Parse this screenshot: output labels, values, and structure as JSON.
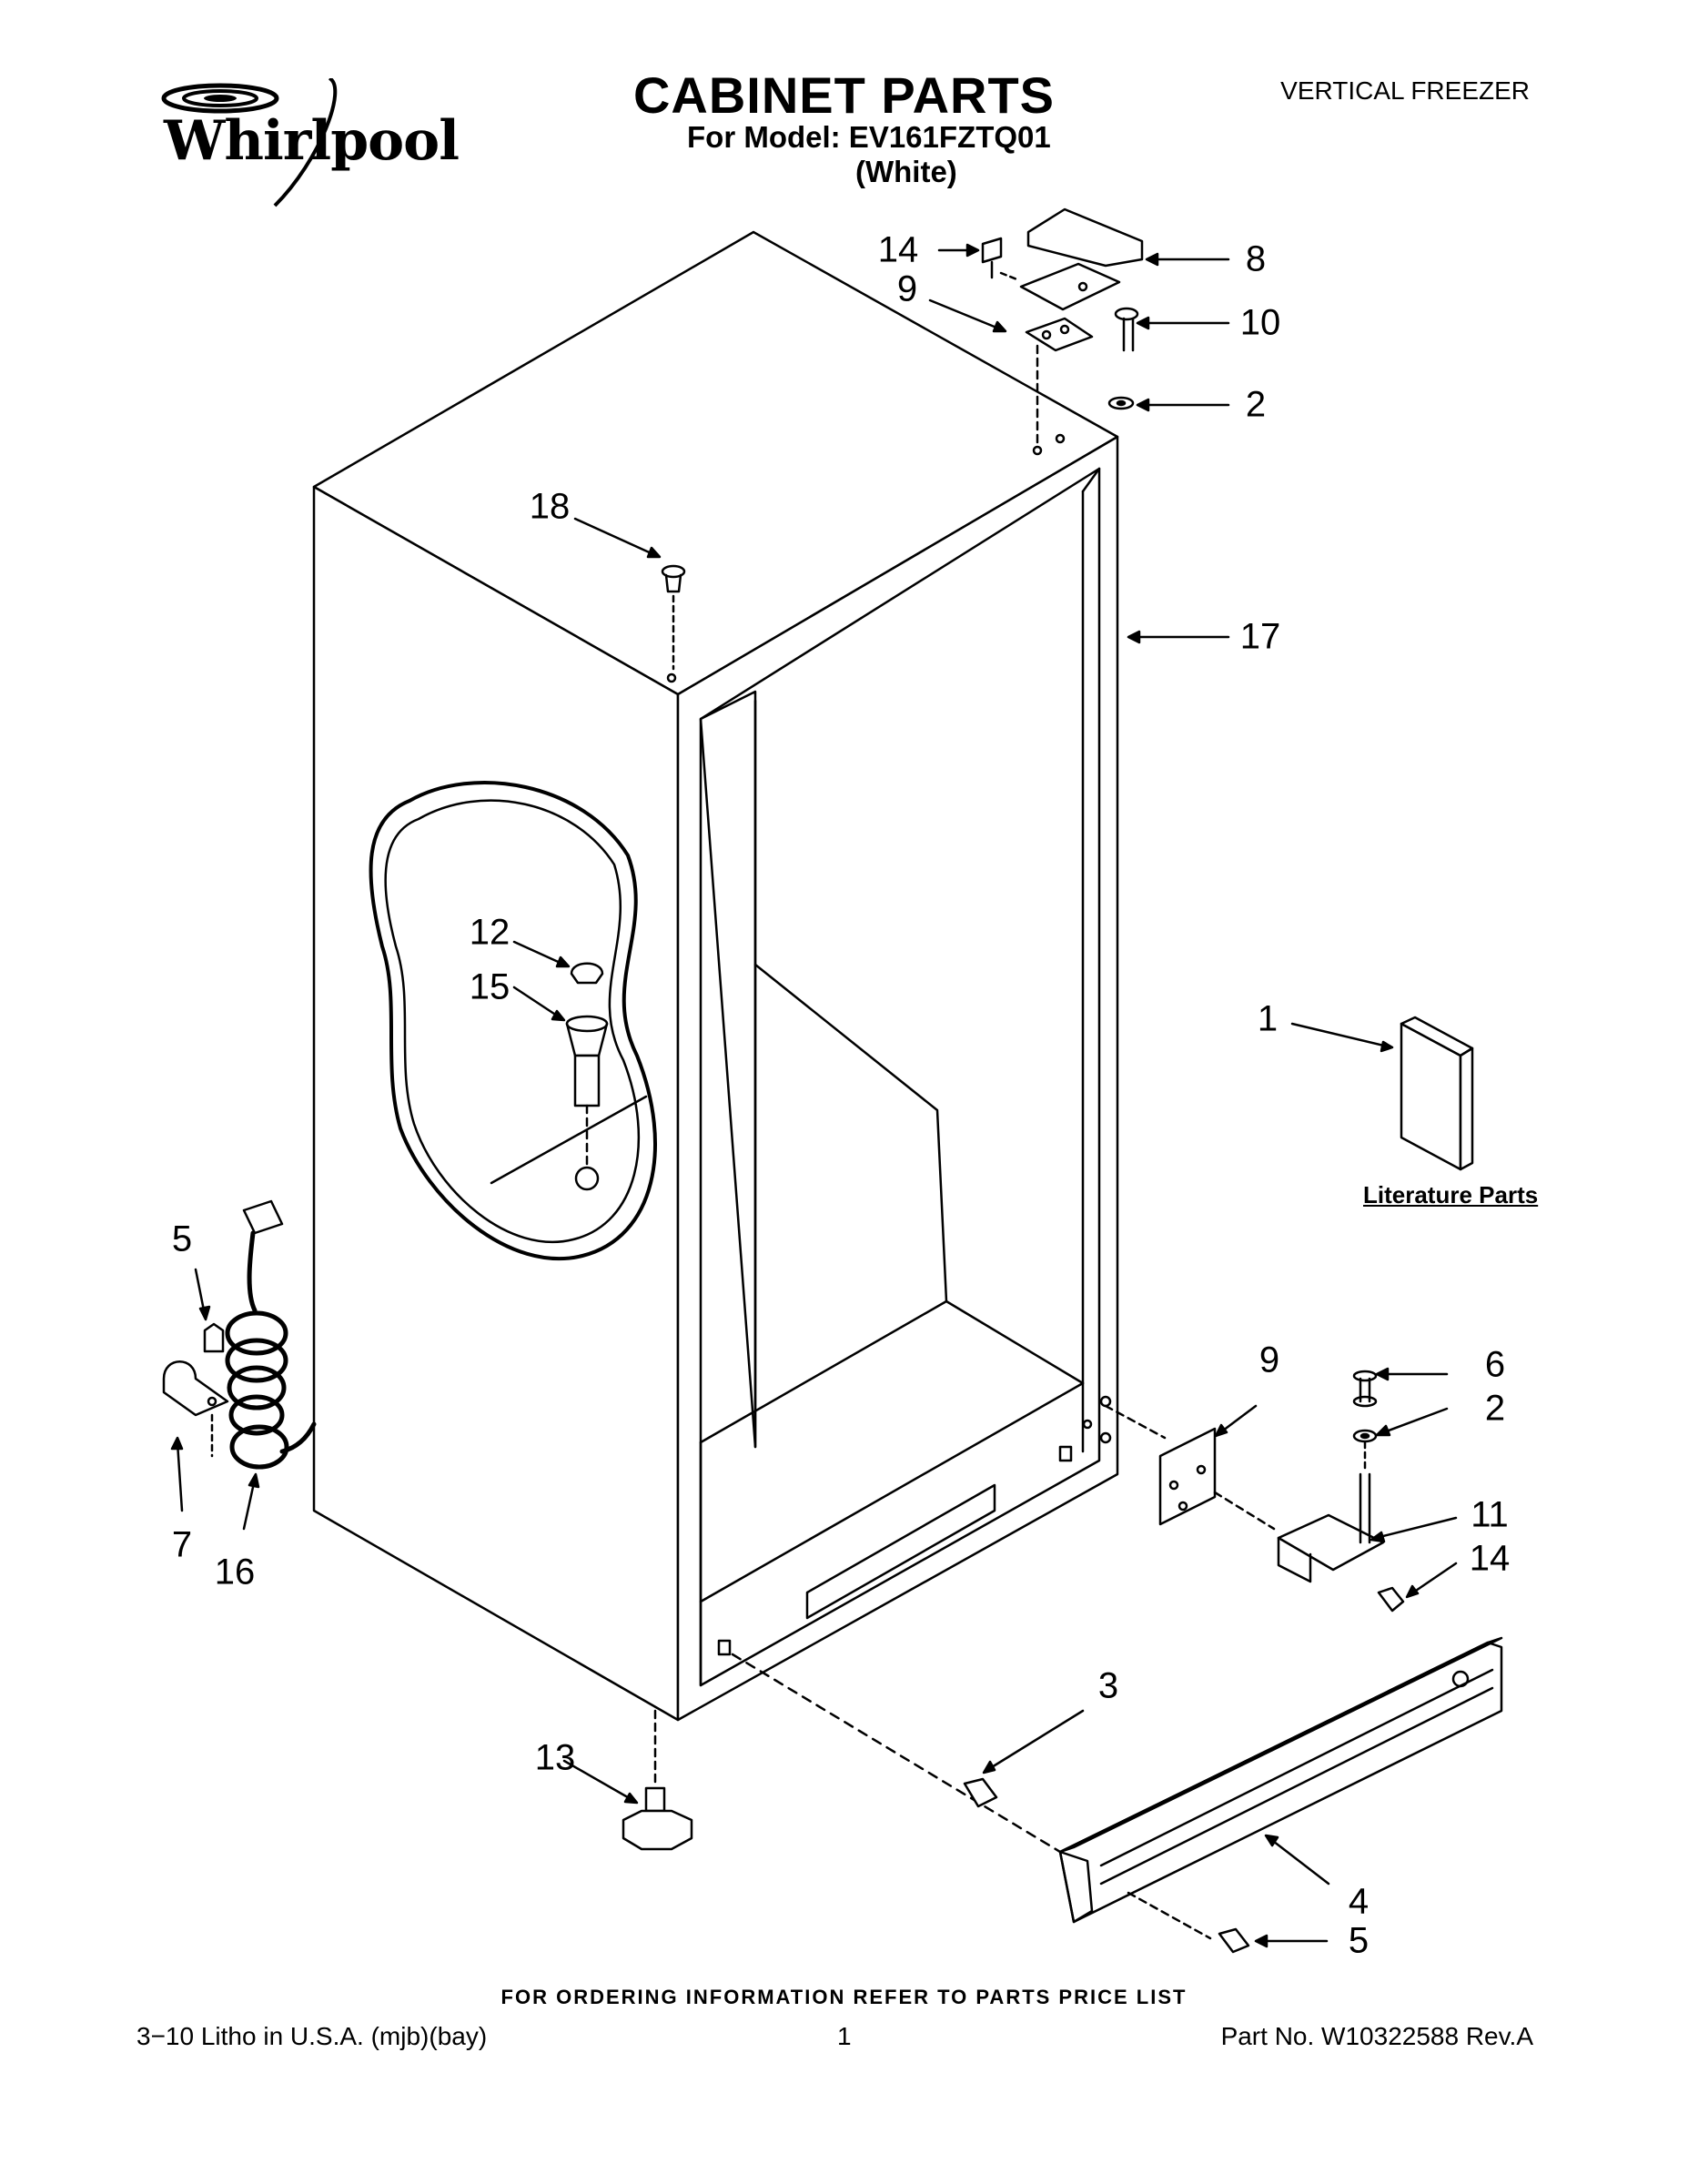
{
  "header": {
    "brand": "Whirlpool",
    "title": "CABINET PARTS",
    "model_line": "For Model: EV161FZTQ01",
    "color_line": "(White)",
    "category": "VERTICAL FREEZER"
  },
  "diagram": {
    "callouts": {
      "c14_top": "14",
      "c8": "8",
      "c9_top": "9",
      "c10": "10",
      "c2_top": "2",
      "c18": "18",
      "c17": "17",
      "c12": "12",
      "c15": "15",
      "c1": "1",
      "c5_left": "5",
      "c7": "7",
      "c16": "16",
      "c9_bottom": "9",
      "c6": "6",
      "c2_bottom": "2",
      "c11": "11",
      "c14_bottom": "14",
      "c3": "3",
      "c13": "13",
      "c4": "4",
      "c5_bottom": "5"
    },
    "literature_label": "Literature Parts"
  },
  "footer": {
    "order_note": "FOR ORDERING INFORMATION REFER TO PARTS PRICE LIST",
    "litho": "3−10 Litho in U.S.A. (mjb)(bay)",
    "page": "1",
    "part_no": "Part No. W10322588 Rev.A"
  }
}
